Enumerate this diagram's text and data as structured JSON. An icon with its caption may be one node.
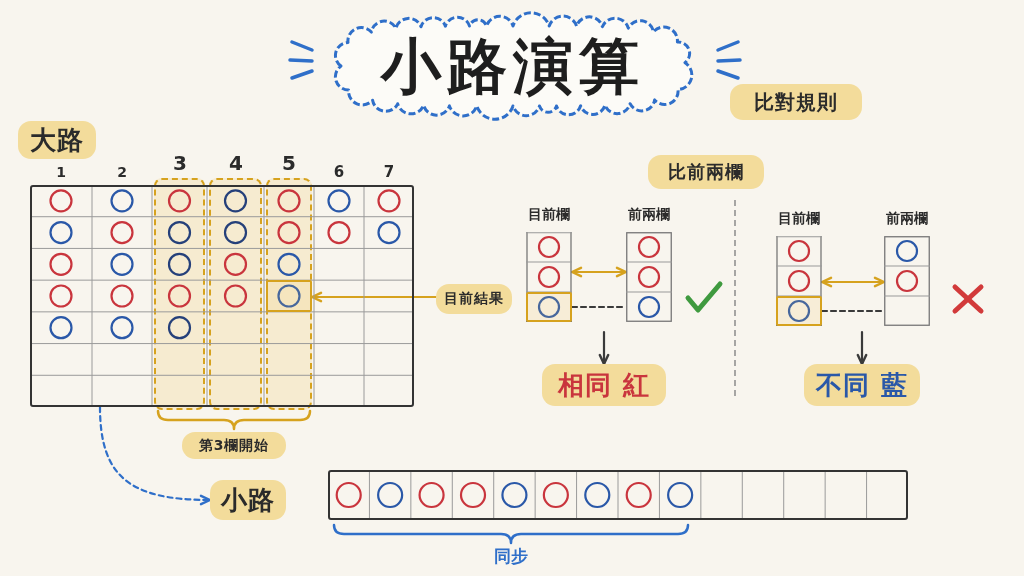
{
  "diagram": {
    "title": "小路演算",
    "nodes": [
      {
        "text": [
          "比對規則"
        ]
      },
      {
        "text": [
          "大路"
        ]
      },
      {
        "text": [],
        "shape": "box"
      },
      {
        "text": [],
        "shape": "box",
        "in": 2
      },
      {
        "text": [
          "目前結果"
        ]
      },
      {
        "text": [
          "比前兩欄"
        ]
      },
      {
        "text": [
          "目前欄"
        ]
      },
      {
        "text": [],
        "shape": "box",
        "in": 6
      },
      {
        "text": [
          "前兩欄"
        ]
      },
      {
        "text": [
          "目前欄"
        ]
      },
      {
        "text": [],
        "shape": "box",
        "in": 9
      },
      {
        "text": [
          "前兩欄"
        ]
      },
      {
        "text": [
          "相同 紅"
        ]
      },
      {
        "text": [
          "不同 藍"
        ]
      },
      {
        "text": [
          "第3欄開始"
        ]
      },
      {
        "text": [
          "小路"
        ]
      },
      {
        "text": [],
        "shape": "box"
      }
    ],
    "edges": [
      {
        "from": 4,
        "to": 3,
        "arrow": "to",
        "color": "#d6a21e"
      },
      {
        "from": 6,
        "to": 8,
        "arrow": "both",
        "color": "#d6a21e"
      },
      {
        "from": 7,
        "to": 8,
        "arrow": "none",
        "style": "dashed"
      },
      {
        "from": null,
        "to": 12,
        "arrow": "to"
      },
      {
        "from": 9,
        "to": 11,
        "arrow": "both",
        "color": "#d6a21e"
      },
      {
        "from": 10,
        "to": 11,
        "arrow": "none",
        "style": "dashed"
      },
      {
        "from": null,
        "to": 13,
        "arrow": "to"
      },
      {
        "from": 2,
        "to": 15,
        "arrow": "to",
        "style": "dashed",
        "color": "#2f6fc9"
      }
    ],
    "labels": [
      "1",
      "2",
      "3",
      "4",
      "5",
      "6",
      "7",
      "同步"
    ]
  }
}
